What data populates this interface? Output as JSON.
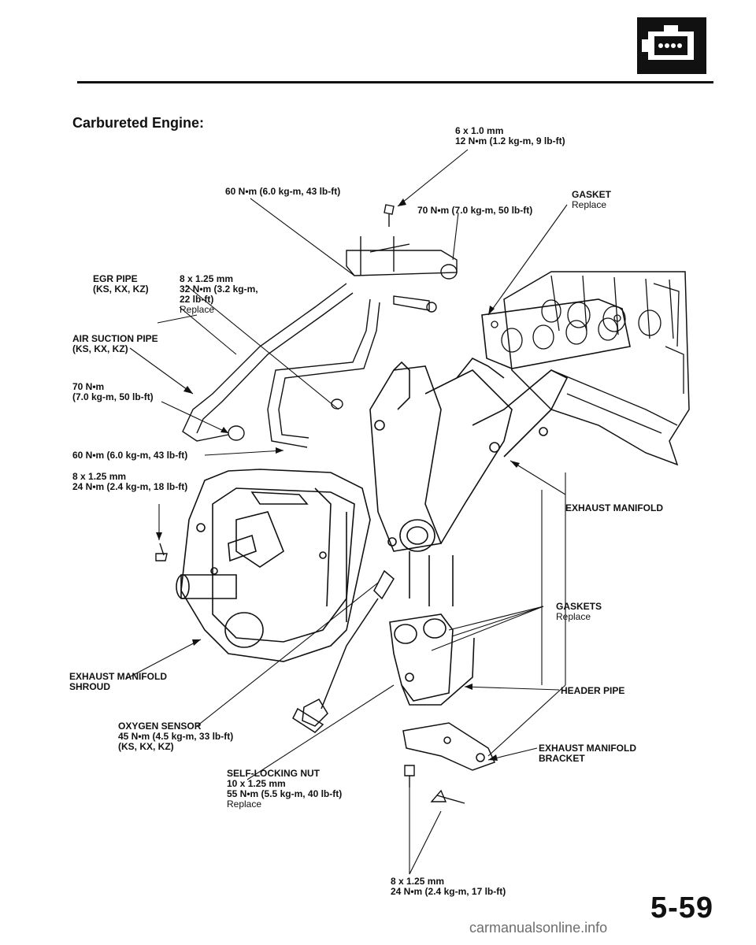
{
  "title": "Carbureted Engine:",
  "page_number": "5-59",
  "watermark": "carmanualsonline.info",
  "section_icon": "engine-icon",
  "labels": {
    "top_bolt": [
      "6 x 1.0 mm",
      "12 N•m (1.2 kg-m, 9 lb-ft)"
    ],
    "torque_60_top": "60 N•m (6.0 kg-m, 43 lb-ft)",
    "torque_70_top": "70 N•m (7.0 kg-m, 50 lb-ft)",
    "gasket": [
      "GASKET",
      "Replace"
    ],
    "egr_pipe": [
      "EGR PIPE",
      "(KS, KX, KZ)"
    ],
    "egr_bolt": [
      "8 x 1.25 mm",
      "32 N•m (3.2 kg-m,",
      "22 lb-ft)",
      "Replace"
    ],
    "air_suction": [
      "AIR SUCTION PIPE",
      "(KS, KX, KZ)"
    ],
    "torque_70_left": [
      "70 N•m",
      "(7.0 kg-m, 50 lb-ft)"
    ],
    "torque_60_left": "60 N•m (6.0 kg-m, 43 lb-ft)",
    "shroud_bolt": [
      "8 x 1.25 mm",
      "24 N•m (2.4 kg-m, 18 lb-ft)"
    ],
    "exhaust_manifold": "EXHAUST MANIFOLD",
    "gaskets": [
      "GASKETS",
      "Replace"
    ],
    "shroud": [
      "EXHAUST MANIFOLD",
      "SHROUD"
    ],
    "header_pipe": "HEADER PIPE",
    "oxygen_sensor": [
      "OXYGEN SENSOR",
      "45 N•m (4.5 kg-m, 33 lb-ft)",
      "(KS, KX, KZ)"
    ],
    "bracket": [
      "EXHAUST MANIFOLD",
      "BRACKET"
    ],
    "self_locking_nut": [
      "SELF-LOCKING NUT",
      "10 x 1.25 mm",
      "55 N•m (5.5 kg-m, 40 lb-ft)",
      "Replace"
    ],
    "bottom_bolt": [
      "8 x 1.25 mm",
      "24 N•m (2.4 kg-m, 17 lb-ft)"
    ]
  }
}
